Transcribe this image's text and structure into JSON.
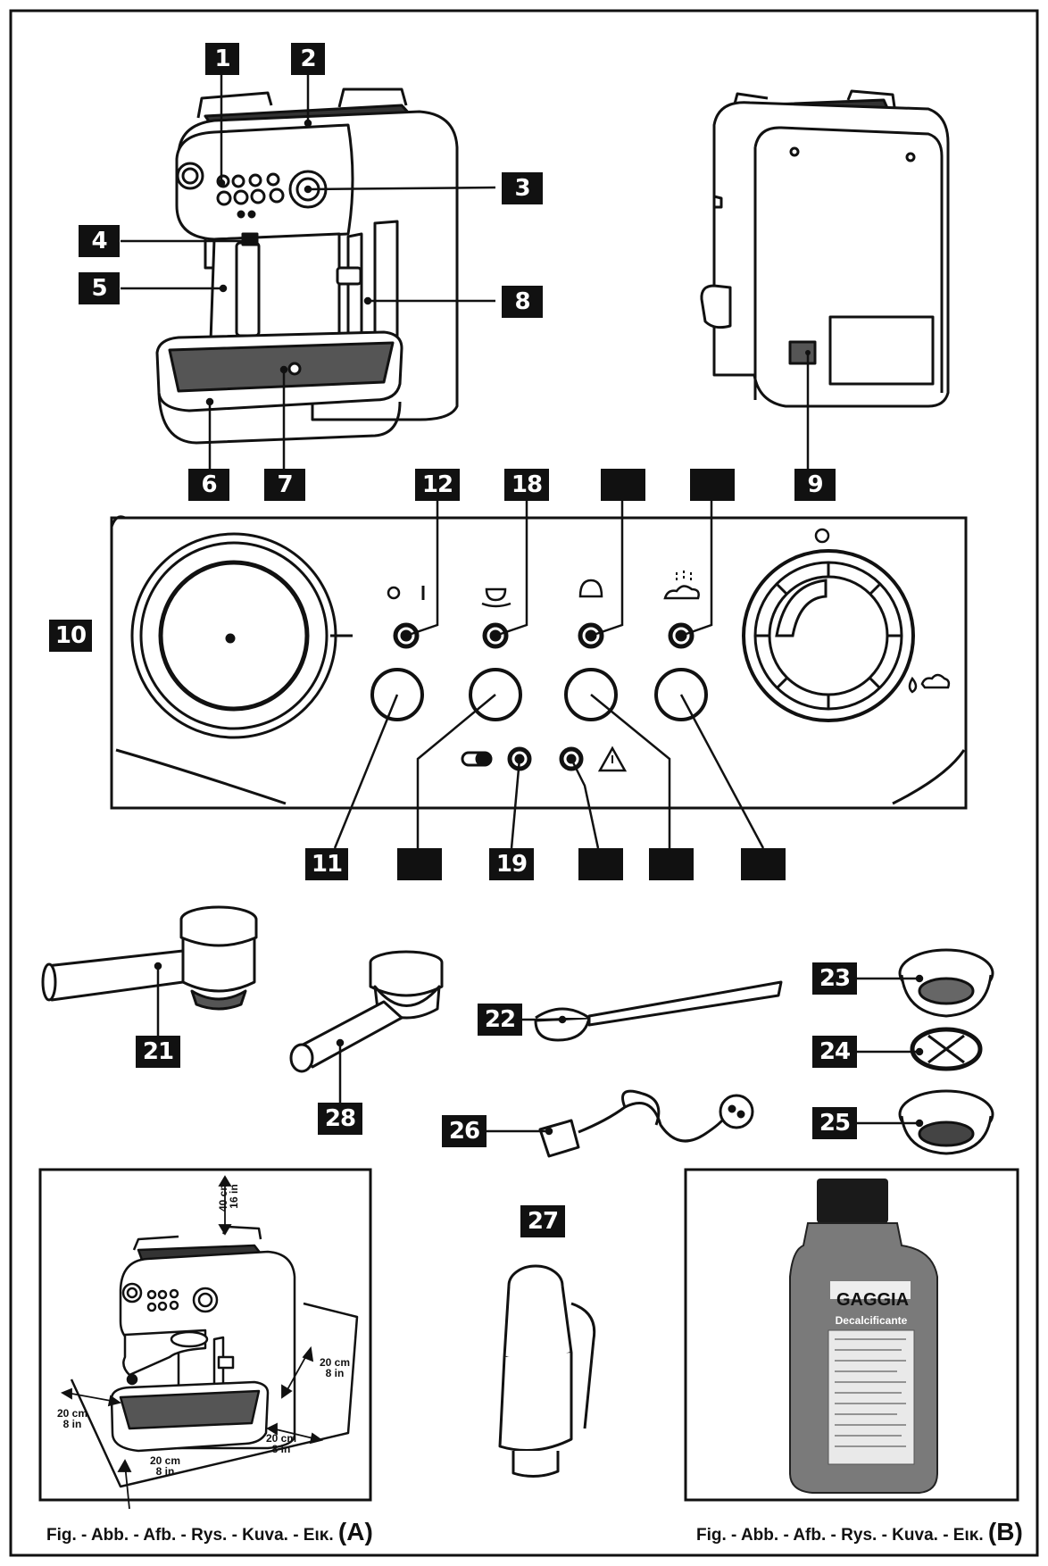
{
  "labels": {
    "l1": "1",
    "l2": "2",
    "l3": "3",
    "l4": "4",
    "l5": "5",
    "l6": "6",
    "l7": "7",
    "l8": "8",
    "l9": "9",
    "l10": "10",
    "l11": "11",
    "l12": "12",
    "l18": "18",
    "l19": "19",
    "l21": "21",
    "l22": "22",
    "l23": "23",
    "l24": "24",
    "l25": "25",
    "l26": "26",
    "l27": "27",
    "l28": "28"
  },
  "panel_symbols": {
    "power_on_off": "O I"
  },
  "figure_a": {
    "caption_prefix": "Fig. - Abb. - Afb. - Rys. - Kuva. - Εικ.",
    "caption_letter": "(A)",
    "dim_top_cm": "40 cm",
    "dim_top_in": "16 in",
    "dim_right_cm": "20 cm",
    "dim_right_in": "8 in",
    "dim_left_cm": "20 cm",
    "dim_left_in": "8 in",
    "dim_front_cm": "20 cm",
    "dim_front_in": "8 in",
    "dim_side_cm": "20 cm",
    "dim_side_in": "8 in"
  },
  "figure_b": {
    "caption_prefix": "Fig. - Abb. - Afb. - Rys. - Kuva. - Εικ.",
    "caption_letter": "(B)",
    "brand": "GAGGIA",
    "product": "Decalcificante"
  },
  "colors": {
    "ink": "#111111",
    "bottle": "#7a7a7a",
    "cap": "#1a1a1a"
  }
}
